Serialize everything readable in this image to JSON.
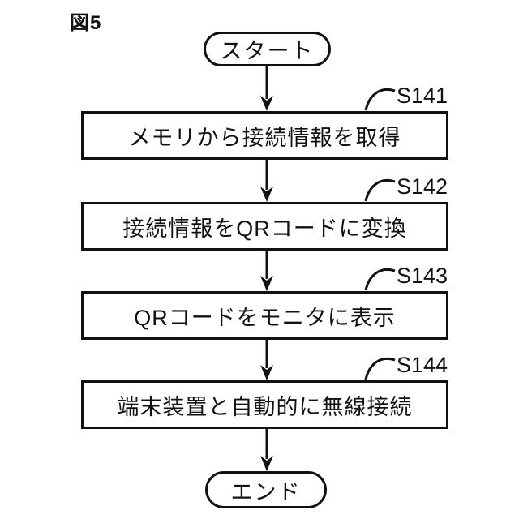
{
  "figure": {
    "title": "図5"
  },
  "flowchart": {
    "start_label": "スタート",
    "end_label": "エンド",
    "steps": [
      {
        "id": "S141",
        "label": "メモリから接続情報を取得"
      },
      {
        "id": "S142",
        "label": "接続情報をQRコードに変換"
      },
      {
        "id": "S143",
        "label": "QRコードをモニタに表示"
      },
      {
        "id": "S144",
        "label": "端末装置と自動的に無線接続"
      }
    ]
  },
  "colors": {
    "line": "#111111",
    "background": "#ffffff"
  }
}
